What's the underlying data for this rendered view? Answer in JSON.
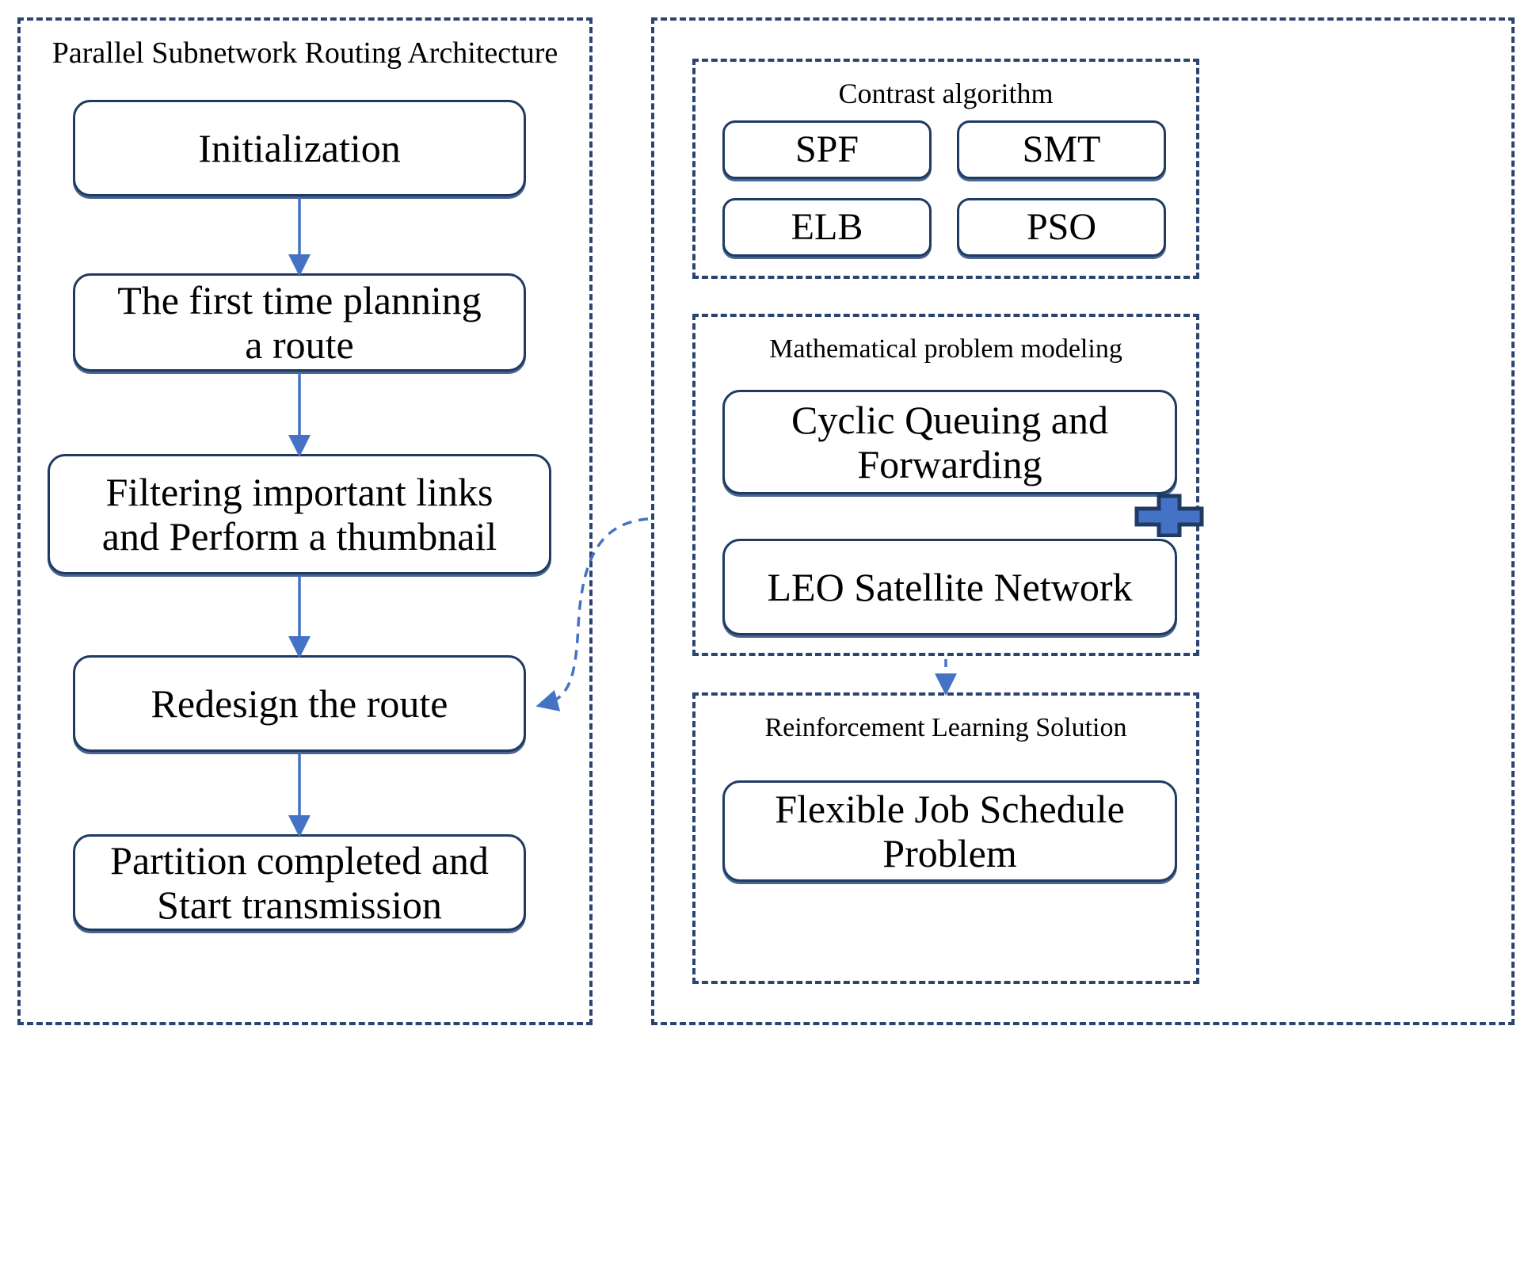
{
  "figure": {
    "accent_color": "#2c4470",
    "node_border_color": "#1f3a63",
    "arrow_color": "#4472c4",
    "plus_color": "#4472c4",
    "background": "#ffffff"
  },
  "left_panel": {
    "title": "Parallel Subnetwork Routing Architecture",
    "steps": [
      {
        "id": "initialization",
        "label": "Initialization"
      },
      {
        "id": "first-time-planning",
        "label": "The first time planning\na route"
      },
      {
        "id": "filtering-links",
        "label": "Filtering important links\nand Perform a thumbnail"
      },
      {
        "id": "redesign-route",
        "label": "Redesign the route"
      },
      {
        "id": "partition-completed",
        "label": "Partition completed and\nStart transmission"
      }
    ]
  },
  "right_panel": {
    "contrast_algorithm": {
      "title": "Contrast algorithm",
      "items": [
        {
          "id": "spf",
          "label": "SPF"
        },
        {
          "id": "smt",
          "label": "SMT"
        },
        {
          "id": "elb",
          "label": "ELB"
        },
        {
          "id": "pso",
          "label": "PSO"
        }
      ]
    },
    "mathematical_modeling": {
      "title": "Mathematical problem modeling",
      "items": [
        {
          "id": "cyclic-queuing-forwarding",
          "label": "Cyclic Queuing and\nForwarding"
        },
        {
          "id": "leo-satellite-network",
          "label": "LEO Satellite Network"
        }
      ],
      "operator": "plus-icon"
    },
    "reinforcement_learning": {
      "title": "Reinforcement Learning Solution",
      "items": [
        {
          "id": "flexible-job-schedule-problem",
          "label": "Flexible Job Schedule\nProblem"
        }
      ]
    }
  },
  "connections": [
    {
      "id": "init-to-planning",
      "from": "initialization",
      "to": "first-time-planning",
      "style": "solid"
    },
    {
      "id": "planning-to-filtering",
      "from": "first-time-planning",
      "to": "filtering-links",
      "style": "solid"
    },
    {
      "id": "filtering-to-redesign",
      "from": "filtering-links",
      "to": "redesign-route",
      "style": "solid"
    },
    {
      "id": "redesign-to-partition",
      "from": "redesign-route",
      "to": "partition-completed",
      "style": "solid"
    },
    {
      "id": "modeling-to-rl",
      "from": "mathematical_modeling",
      "to": "reinforcement_learning",
      "style": "dashed"
    },
    {
      "id": "rl-to-redesign",
      "from": "reinforcement_learning",
      "to": "redesign-route",
      "style": "dashed-curve"
    }
  ]
}
